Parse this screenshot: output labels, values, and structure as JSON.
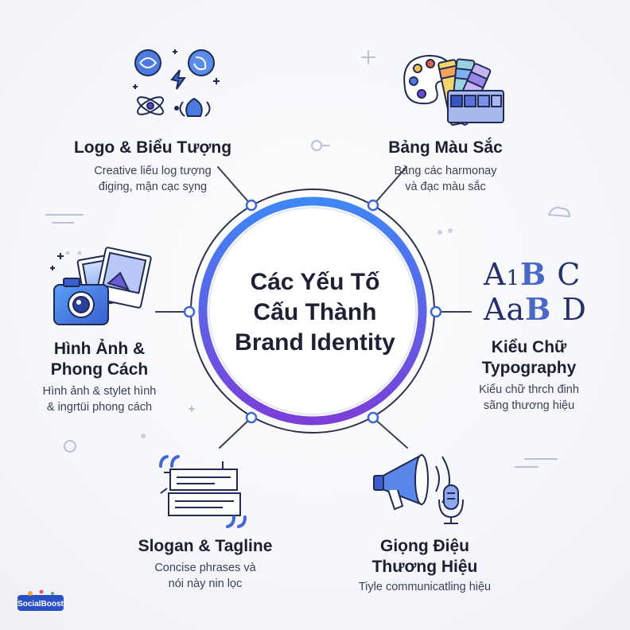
{
  "center": {
    "line1": "Các Yếu Tố",
    "line2": "Cấu Thành",
    "line3": "Brand Identity"
  },
  "items": {
    "logo": {
      "title": "Logo & Biểu Tượng",
      "desc1": "Creative liếu log tượng",
      "desc2": "điging, mận cạc sỵng",
      "icon": "logo-symbols-icon"
    },
    "color": {
      "title": "Bảng Màu Sắc",
      "desc1": "Bảng các harmonay",
      "desc2": "và đạc màu sắc",
      "icon": "color-palette-icon"
    },
    "image": {
      "title1": "Hình Ảnh &",
      "title2": "Phong Cách",
      "desc1": "Hình ảnh & stylet hình",
      "desc2": "& ingrtüi phong cách",
      "icon": "camera-photos-icon"
    },
    "typography": {
      "title1": "Kiểu Chữ",
      "title2": "Typography",
      "desc1": "Kiểu chữ thrch đinh",
      "desc2": "sãng thương hiệu",
      "icon": "typography-letters-icon",
      "row1": [
        "A",
        "1",
        "B",
        " C"
      ],
      "row2": [
        "Aa",
        "B",
        " D"
      ]
    },
    "slogan": {
      "title": "Slogan & Tagline",
      "desc1": "Concise phrases và",
      "desc2": "nói này nin lọc",
      "icon": "quote-speech-icon"
    },
    "voice": {
      "title1": "Giọng Điệu",
      "title2": "Thương Hiệu",
      "desc1": "Tiyle communicatling hiệu",
      "icon": "megaphone-microphone-icon"
    }
  },
  "brand": {
    "name": "SocialBoost",
    "icon": "socialboost-logo"
  },
  "colors": {
    "ring_start": "#3f7cf4",
    "ring_end": "#7a3fd6",
    "ink": "#1b2030",
    "accent": "#4a68c8"
  }
}
